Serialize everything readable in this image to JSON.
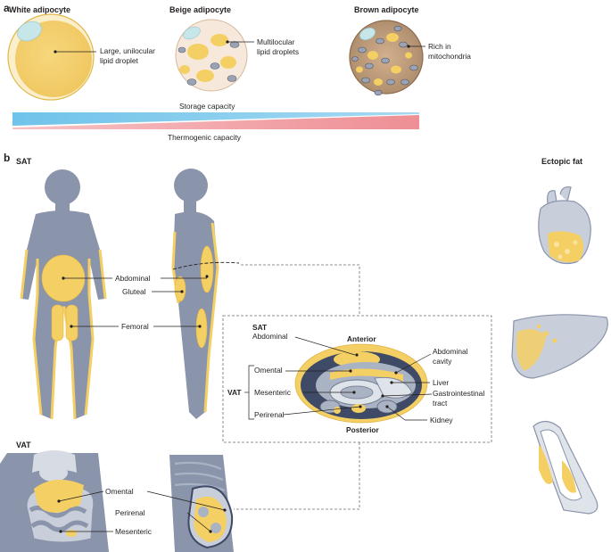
{
  "panel_a": {
    "letter": "a",
    "white_adipocyte": {
      "title": "White adipocyte",
      "label_1": "Large, unilocular",
      "label_2": "lipid droplet"
    },
    "beige_adipocyte": {
      "title": "Beige adipocyte",
      "label_1": "Multilocular",
      "label_2": "lipid droplets"
    },
    "brown_adipocyte": {
      "title": "Brown adipocyte",
      "label_1": "Rich in",
      "label_2": "mitochondria"
    },
    "storage_capacity": "Storage capacity",
    "thermogenic_capacity": "Thermogenic capacity"
  },
  "panel_b": {
    "letter": "b",
    "sat": {
      "title": "SAT",
      "abdominal": "Abdominal",
      "gluteal": "Gluteal",
      "femoral": "Femoral"
    },
    "cross_section": {
      "sat_title": "SAT",
      "abdominal": "Abdominal",
      "anterior": "Anterior",
      "posterior": "Posterior",
      "vat_title": "VAT",
      "omental": "Omental",
      "mesenteric": "Mesenteric",
      "perirenal": "Perirenal",
      "abdominal_cavity_1": "Abdominal",
      "abdominal_cavity_2": "cavity",
      "liver": "Liver",
      "gastrointestinal_1": "Gastrointestinal",
      "gastrointestinal_2": "tract",
      "kidney": "Kidney"
    },
    "vat": {
      "title": "VAT",
      "omental": "Omental",
      "perirenal": "Perirenal",
      "mesenteric": "Mesenteric"
    },
    "ectopic_fat": {
      "title": "Ectopic fat"
    }
  },
  "colors": {
    "fat_yellow": "#f4cf63",
    "body_grey": "#8a94aa",
    "storage_blue": "#6fc3ea",
    "thermogenic_red": "#ee8f95",
    "brown_cell": "#a88868"
  }
}
